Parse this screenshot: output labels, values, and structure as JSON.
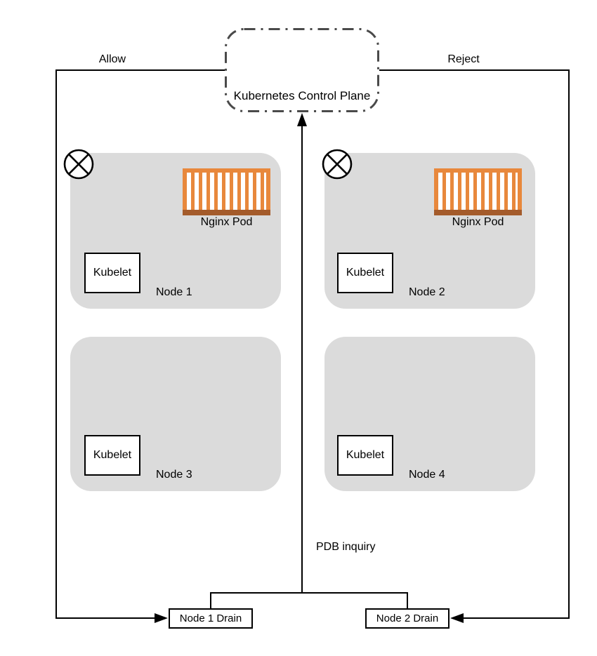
{
  "control_plane": {
    "label": "Kubernetes Control Plane"
  },
  "edge_labels": {
    "allow": "Allow",
    "reject": "Reject",
    "pdb_inquiry": "PDB inquiry"
  },
  "nodes": [
    {
      "label": "Node 1",
      "kubelet": "Kubelet",
      "pod": "Nginx Pod",
      "blocked": true
    },
    {
      "label": "Node 2",
      "kubelet": "Kubelet",
      "pod": "Nginx Pod",
      "blocked": true
    },
    {
      "label": "Node 3",
      "kubelet": "Kubelet",
      "blocked": false
    },
    {
      "label": "Node 4",
      "kubelet": "Kubelet",
      "blocked": false
    }
  ],
  "drains": [
    {
      "label": "Node 1 Drain"
    },
    {
      "label": "Node 2 Drain"
    }
  ],
  "icons": {
    "pod": "shipping-container-icon",
    "blocked": "circle-cross-icon",
    "arrows": [
      "up-arrowhead-icon",
      "right-arrowhead-icon",
      "left-arrowhead-icon"
    ]
  },
  "colors": {
    "background": "#FFFFFF",
    "node_fill": "#DBDBDB",
    "pod_orange": "#E8883C",
    "pod_base": "#A45B2B",
    "line": "#000000",
    "dashed_border": "#4A4A4A"
  }
}
